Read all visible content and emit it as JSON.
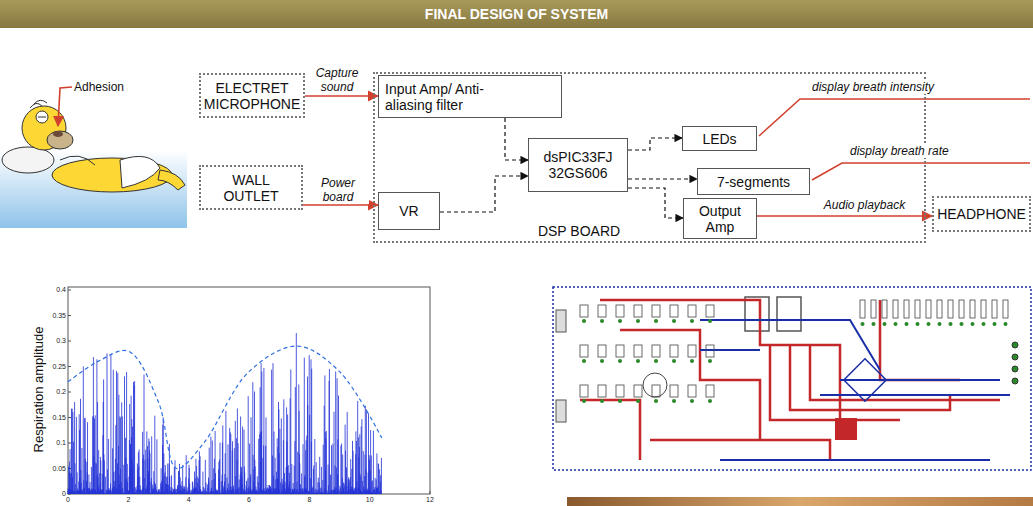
{
  "diagram": {
    "title": "FINAL DESIGN OF SYSTEM",
    "nodes": [
      {
        "text": [
          "ELECTRET MICROPHONE"
        ]
      },
      {
        "text": [
          "DSP BOARD"
        ]
      },
      {
        "text": [
          "Input Amp/ Anti-aliasing filter"
        ],
        "in": 1
      },
      {
        "text": [
          "dsPIC33FJ 32GS606"
        ],
        "in": 1
      },
      {
        "text": [
          "LEDs"
        ],
        "in": 1
      },
      {
        "text": [
          "7-segments"
        ],
        "in": 1
      },
      {
        "text": [
          "VR"
        ],
        "in": 1
      },
      {
        "text": [
          "Output Amp"
        ],
        "in": 1
      },
      {
        "text": [
          "WALL OUTLET"
        ]
      },
      {
        "text": [
          "HEADPHONE"
        ]
      }
    ],
    "edges": [
      {
        "from": 0,
        "to": 2,
        "arrow": "to",
        "label": "Capture sound"
      },
      {
        "from": 2,
        "to": 3,
        "arrow": "to"
      },
      {
        "from": 6,
        "to": 3,
        "arrow": "to"
      },
      {
        "from": 3,
        "to": 4,
        "arrow": "to"
      },
      {
        "from": 3,
        "to": 5,
        "arrow": "to"
      },
      {
        "from": 3,
        "to": 7,
        "arrow": "to"
      },
      {
        "from": 8,
        "to": 6,
        "arrow": "to",
        "label": "Power board"
      },
      {
        "from": 7,
        "to": 9,
        "arrow": "to",
        "label": "Audio playback"
      }
    ],
    "labels": [
      "Adhesion",
      "display breath intensity",
      "display breath rate",
      "Respiration amplitude",
      "0",
      "0.05",
      "0.1",
      "0.15",
      "0.2",
      "0.25",
      "0.3",
      "0.35",
      "0.4",
      "0",
      "2",
      "4",
      "6",
      "8",
      "10",
      "12"
    ]
  }
}
